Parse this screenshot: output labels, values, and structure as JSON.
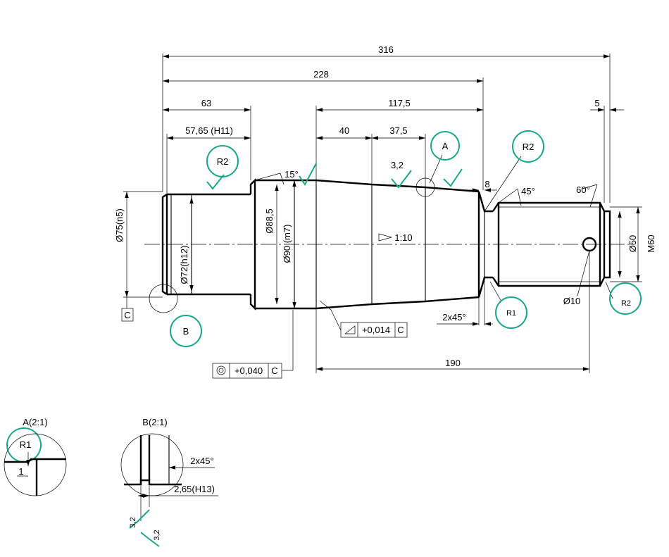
{
  "colors": {
    "line": "#000000",
    "annotation": "#1aa88a",
    "background": "#ffffff"
  },
  "dimensions": {
    "overall": "316",
    "to_taper_end": "228",
    "first_step": "63",
    "groove_width": "57,65 (H11)",
    "taper_length": "117,5",
    "seg_40": "40",
    "seg_37": "37,5",
    "chamfer_len": "8",
    "thread_step": "5",
    "dia_75": "Ø75(n5)",
    "dia_72": "Ø72(h12)",
    "dia_88": "Ø88,5",
    "dia_90": "Ø90 (m7)",
    "dia_50": "Ø50",
    "thread": "M60",
    "hole": "Ø10",
    "taper": "1:10",
    "angle_15": "15°",
    "angle_45": "45°",
    "angle_60": "60°",
    "chamfer": "2x45°",
    "len_190": "190",
    "roughness": "3,2"
  },
  "annotations": {
    "r2_left": "R2",
    "r2_right": "R2",
    "r2_thread": "R2",
    "r1": "R1",
    "view_a": "A",
    "view_b": "B",
    "datum": "C"
  },
  "tolerances": {
    "runout_value": "+0,014",
    "runout_datum": "C",
    "concentric_value": "+0,040",
    "concentric_datum": "C"
  },
  "detail_a": {
    "title": "A(2:1)",
    "radius": "R1",
    "dim": "1"
  },
  "detail_b": {
    "title": "B(2:1)",
    "chamfer": "2x45°",
    "groove": "2,65(H13)",
    "rough1": "3,2",
    "rough2": "3,2"
  }
}
